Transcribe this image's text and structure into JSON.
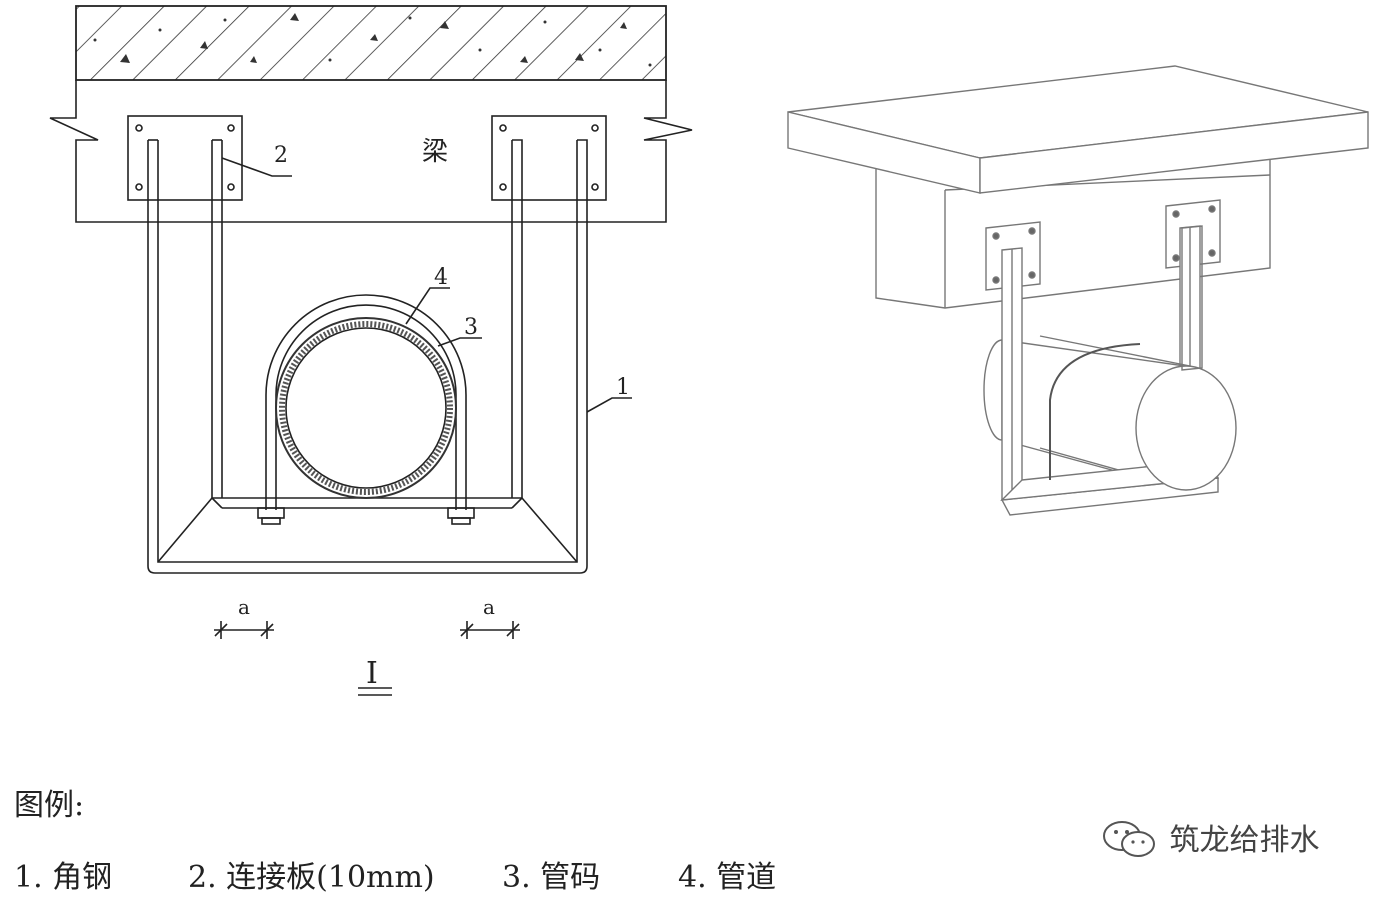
{
  "labels": {
    "beam": "梁",
    "callout_1": "1",
    "callout_2": "2",
    "callout_3": "3",
    "callout_4": "4",
    "dim_a_left": "a",
    "dim_a_right": "a",
    "section_mark": "I"
  },
  "legend": {
    "title": "图例:",
    "items": [
      "1. 角钢",
      "2. 连接板(10mm)",
      "3. 管码",
      "4. 管道"
    ]
  },
  "watermark": {
    "text": "筑龙给排水",
    "icon": "wechat-logo-icon"
  },
  "colors": {
    "line": "#222222",
    "light_line": "#777777",
    "pipe_ring": "#555555"
  }
}
